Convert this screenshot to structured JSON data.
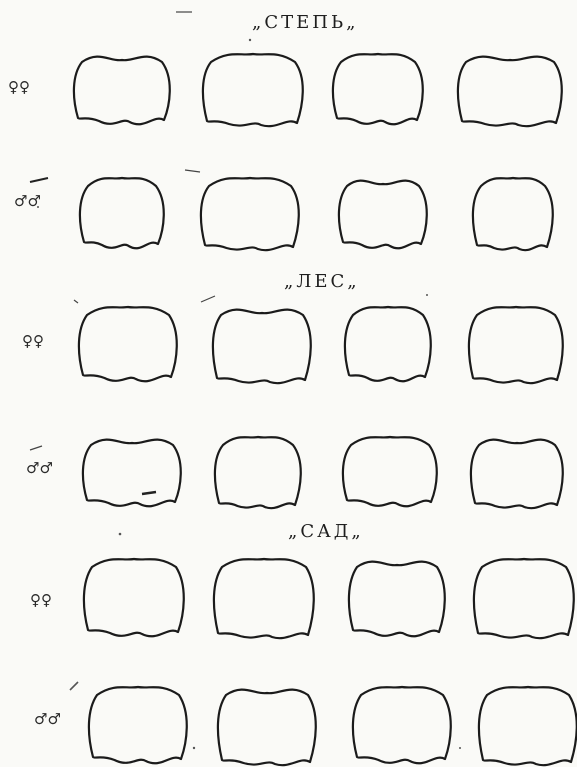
{
  "sections": [
    {
      "title": "„СТЕПЬ„",
      "rows": [
        {
          "sex": "female",
          "symbol": "♀♀",
          "outlines": 4
        },
        {
          "sex": "male",
          "symbol": "♂♂",
          "outlines": 4
        }
      ]
    },
    {
      "title": "„ЛЕС„",
      "rows": [
        {
          "sex": "female",
          "symbol": "♀♀",
          "outlines": 4
        },
        {
          "sex": "male",
          "symbol": "♂♂",
          "outlines": 4
        }
      ]
    },
    {
      "title": "„САД„",
      "rows": [
        {
          "sex": "female",
          "symbol": "♀♀",
          "outlines": 4
        },
        {
          "sex": "male",
          "symbol": "♂♂",
          "outlines": 4
        }
      ]
    }
  ],
  "colors": {
    "ink": "#1b1b1b",
    "paper": "#fafaf7"
  }
}
